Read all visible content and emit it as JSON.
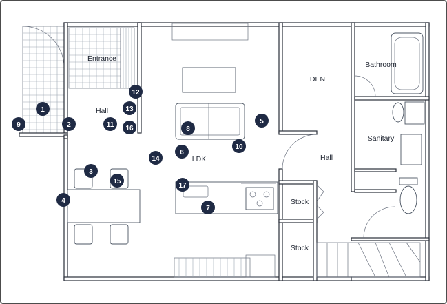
{
  "colors": {
    "marker": "#1f2a44",
    "wall": "#2a2f3a",
    "frame": "#111111"
  },
  "rooms": {
    "entrance": "Entrance",
    "hall_entry": "Hall",
    "den": "DEN",
    "bathroom": "Bathroom",
    "sanitary": "Sanitary",
    "hall_corridor": "Hall",
    "ldk": "LDK",
    "stock_upper": "Stock",
    "stock_lower": "Stock"
  },
  "markers": [
    "1",
    "2",
    "3",
    "4",
    "5",
    "6",
    "7",
    "8",
    "9",
    "10",
    "11",
    "12",
    "13",
    "14",
    "15",
    "16",
    "17"
  ]
}
